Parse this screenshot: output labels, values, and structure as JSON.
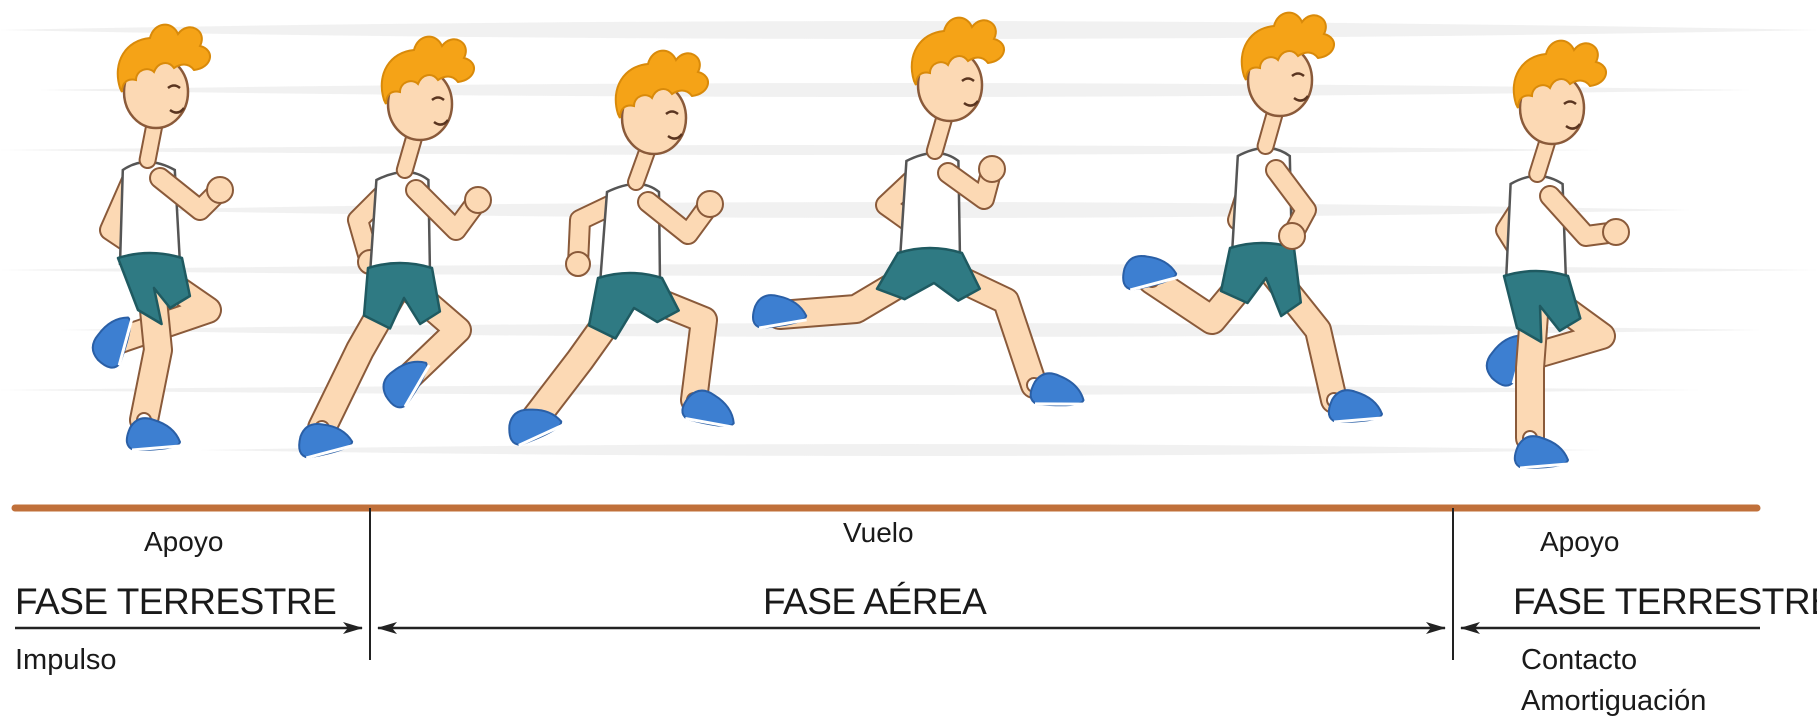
{
  "colors": {
    "ground": "#c0703a",
    "skin": "#fcd9b4",
    "skin_outline": "#8a5a3a",
    "hair": "#f5a317",
    "hair_dark": "#d98a0a",
    "shorts": "#2f7a83",
    "shorts_dark": "#1f5a61",
    "shirt": "#ffffff",
    "shoe": "#3d7fd1",
    "shoe_dark": "#2a5fa6",
    "sock": "#ffffff",
    "line": "#222222",
    "text": "#1a1a1a",
    "streak": "#e6e6e6"
  },
  "labels": {
    "left_support": "Apoyo",
    "left_phase": "FASE TERRESTRE",
    "left_sub": "Impulso",
    "flight": "Vuelo",
    "air_phase": "FASE AÉREA",
    "right_support": "Apoyo",
    "right_phase": "FASE TERRESTRE",
    "right_sub_1": "Contacto",
    "right_sub_2": "Amortiguación"
  },
  "runners": [
    {
      "name": "runner-frame-1",
      "pose": "support-left"
    },
    {
      "name": "runner-frame-2",
      "pose": "push-off"
    },
    {
      "name": "runner-frame-3",
      "pose": "takeoff"
    },
    {
      "name": "runner-frame-4",
      "pose": "full-flight"
    },
    {
      "name": "runner-frame-5",
      "pose": "descending"
    },
    {
      "name": "runner-frame-6",
      "pose": "support-right"
    }
  ]
}
